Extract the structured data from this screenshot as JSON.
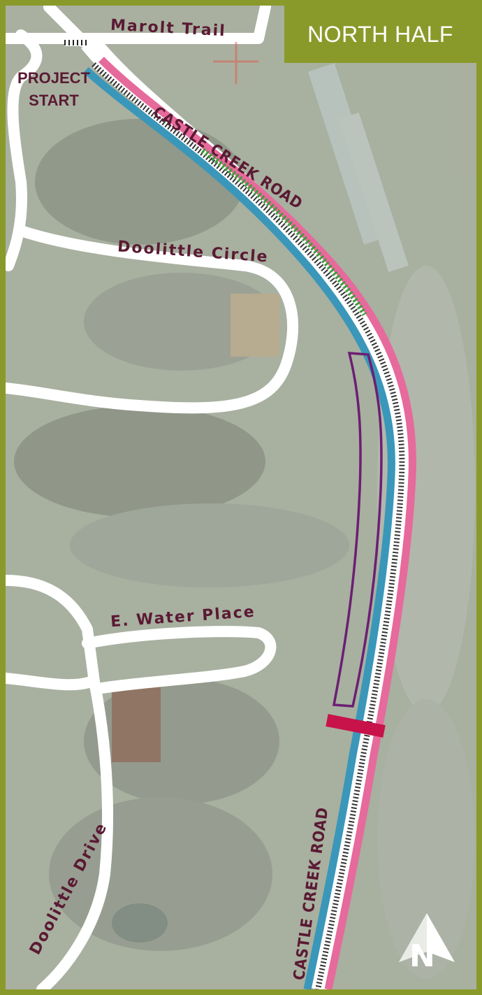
{
  "title_badge": "NORTH HALF",
  "labels": {
    "project_start_line1": "PROJECT",
    "project_start_line2": "START",
    "marolt_trail": "Marolt Trail",
    "castle_creek_upper": "CASTLE CREEK ROAD",
    "doolittle_circle": "Doolittle Circle",
    "e_water_place": "E. Water Place",
    "doolittle_drive": "Doolittle Drive",
    "castle_creek_lower": "CASTLE CREEK ROAD",
    "north": "N"
  },
  "colors": {
    "border_green": "#8a9a2a",
    "pink_lane": "#e66a9b",
    "blue_lane": "#3a97b9",
    "purple_box": "#6b1f73",
    "red_bar": "#c8124a",
    "label_maroon": "#5a1a33",
    "green_segment": "#3e9c3c",
    "road_white": "#ffffff"
  },
  "icons": {
    "north_arrow": "north-arrow-icon"
  }
}
